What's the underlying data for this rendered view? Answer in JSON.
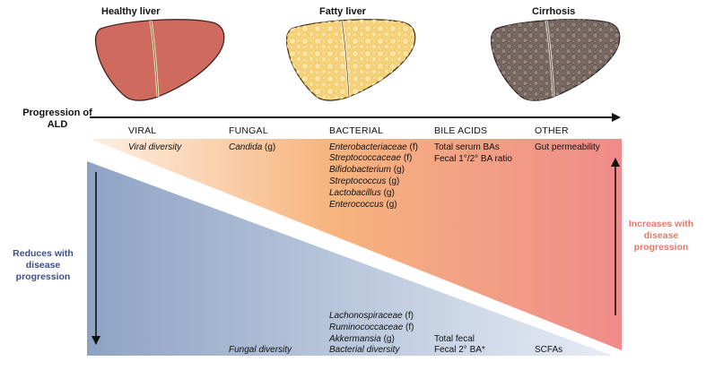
{
  "livers": {
    "healthy": "Healthy liver",
    "fatty": "Fatty liver",
    "cirrhosis": "Cirrhosis"
  },
  "progression_label": "Progression of ALD",
  "headers": [
    "VIRAL",
    "FUNGAL",
    "BACTERIAL",
    "BILE ACIDS",
    "OTHER"
  ],
  "increases": {
    "label": "Increases with disease progression",
    "viral": "Viral diversity",
    "fungal": {
      "name": "Candida",
      "suffix": " (g)"
    },
    "bacterial": [
      {
        "name": "Enterobacteriaceae",
        "suffix": " (f)"
      },
      {
        "name": "Streptococcaceae",
        "suffix": " (f)"
      },
      {
        "name": "Bifidobacterium",
        "suffix": " (g)"
      },
      {
        "name": "Streptococcus",
        "suffix": " (g)"
      },
      {
        "name": "Lactobacillus",
        "suffix": " (g)"
      },
      {
        "name": "Enterococcus",
        "suffix": " (g)"
      }
    ],
    "bile_acids": [
      "Total serum BAs",
      "Fecal 1°/2° BA ratio"
    ],
    "other": "Gut permeability"
  },
  "reduces": {
    "label": "Reduces with disease progression",
    "fungal": "Fungal diversity",
    "bacterial": [
      {
        "name": "Lachonospiraceae",
        "suffix": " (f)"
      },
      {
        "name": "Ruminococcaceae",
        "suffix": " (f)"
      },
      {
        "name": "Akkermansia",
        "suffix": " (g)"
      },
      {
        "name": "Bacterial diversity",
        "suffix": ""
      }
    ],
    "bile_acids": [
      "Total fecal",
      "Fecal 2° BA*"
    ],
    "other": "SCFAs"
  },
  "colors": {
    "increase_start": "#fdf0e4",
    "increase_mid": "#f7b57e",
    "increase_end": "#ef8b8b",
    "reduce_start": "#8ea3c4",
    "reduce_end": "#e4eaf4",
    "healthy_liver": "#cf6a5e",
    "fatty_liver": "#f6d27a",
    "cirrhosis_liver": "#7a6a63",
    "arrow": "#111111"
  }
}
